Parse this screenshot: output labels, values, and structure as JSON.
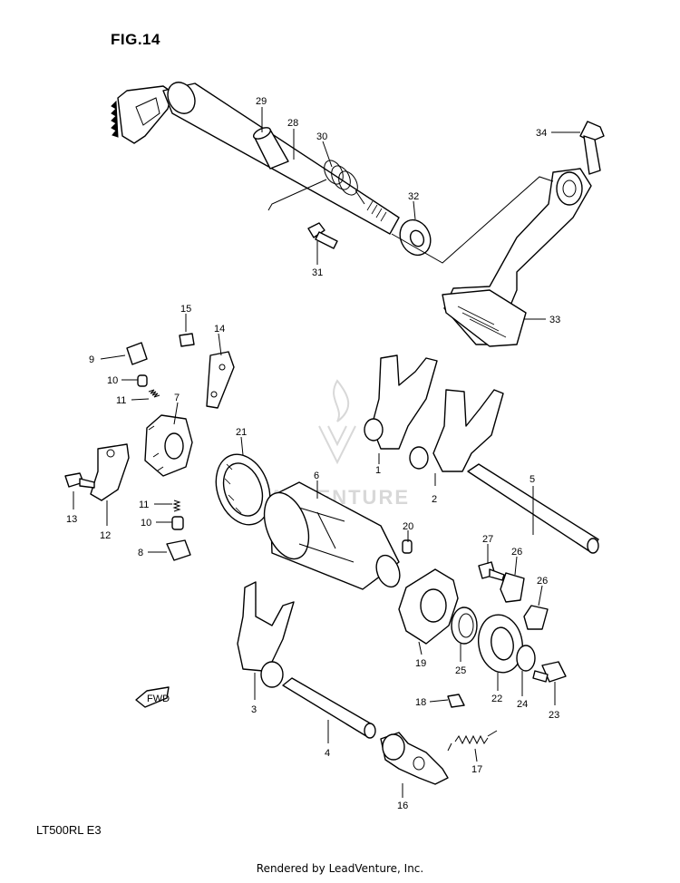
{
  "figure_title": "FIG.14",
  "model_code": "LT500RL  E3",
  "render_credit": "Rendered by LeadVenture, Inc.",
  "watermark_text": "LEADVENTURE",
  "fwd_label": "FWD",
  "callouts": [
    "29",
    "28",
    "30",
    "34",
    "32",
    "31",
    "33",
    "15",
    "14",
    "9",
    "10",
    "11",
    "7",
    "21",
    "6",
    "1",
    "2",
    "5",
    "13",
    "12",
    "11",
    "10",
    "8",
    "20",
    "27",
    "26",
    "26",
    "3",
    "19",
    "25",
    "22",
    "24",
    "23",
    "18",
    "4",
    "17",
    "16"
  ]
}
